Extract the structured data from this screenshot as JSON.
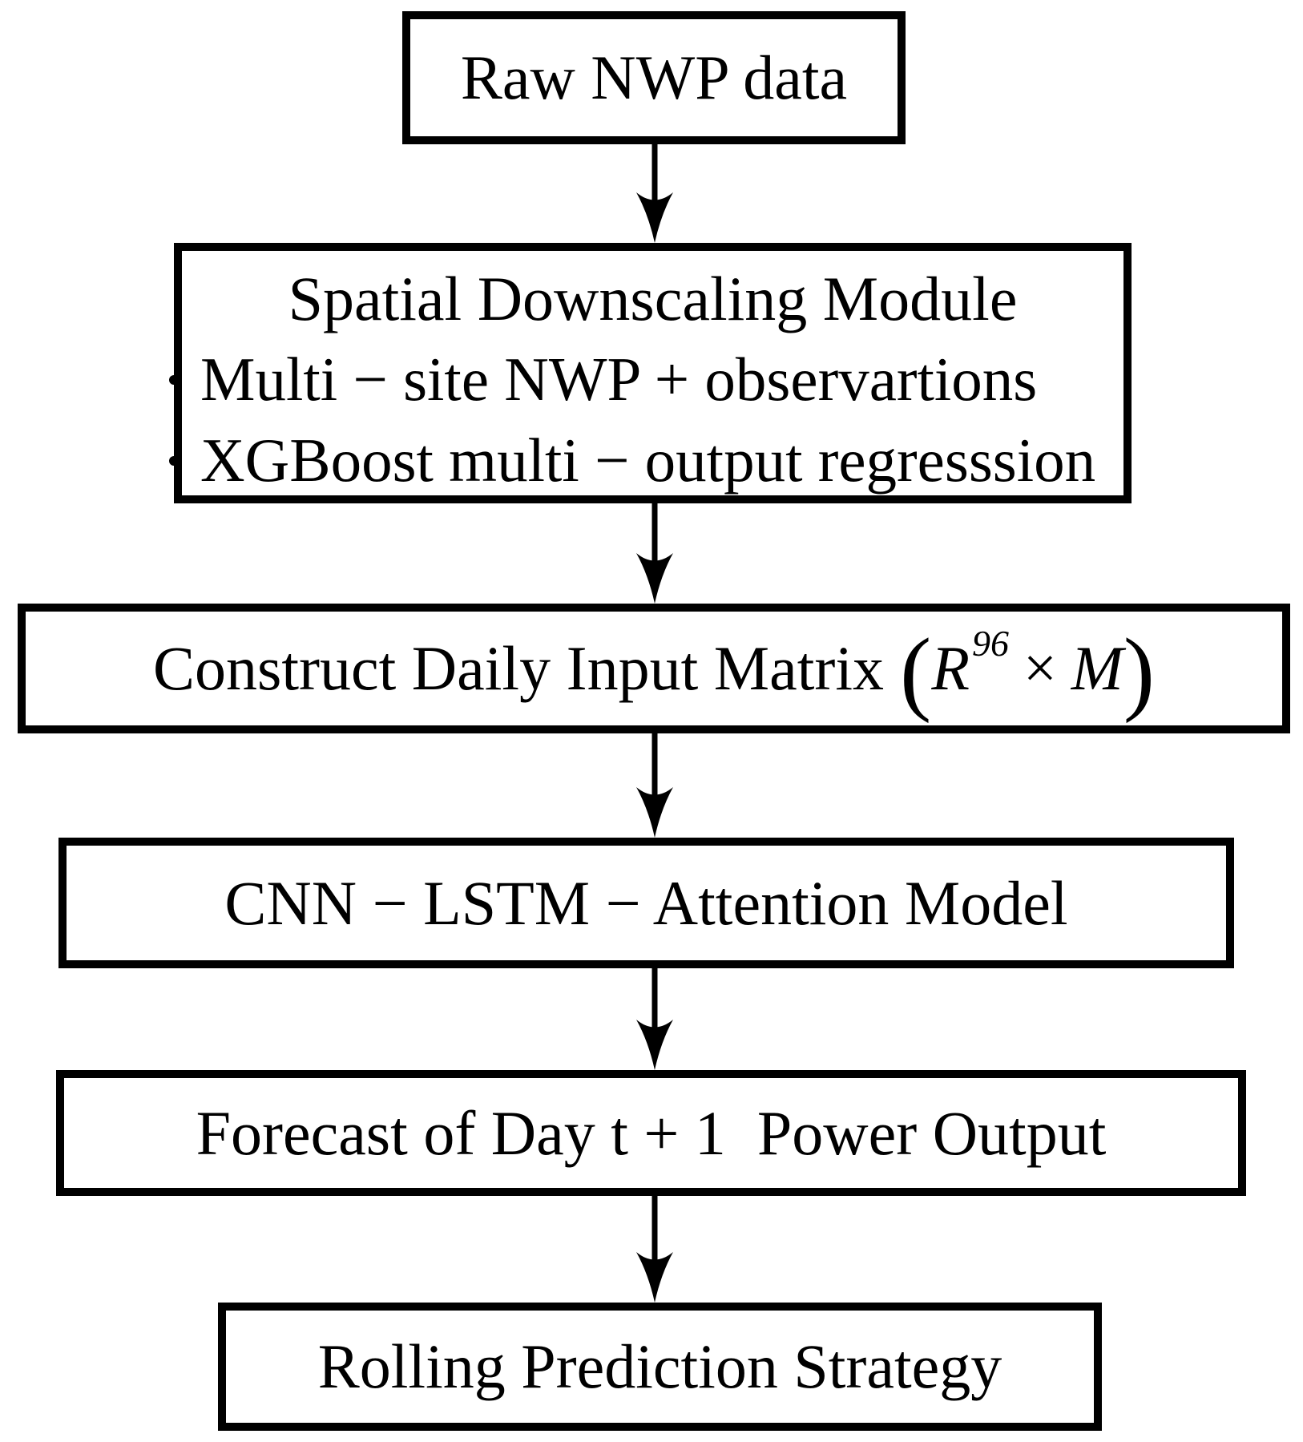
{
  "flowchart": {
    "background_color": "#ffffff",
    "line_color": "#000000",
    "nodes": {
      "raw_nwp": {
        "label": "Raw NWP data"
      },
      "downscaling": {
        "title": "Spatial Downscaling Module",
        "bullets": [
          "Multi − site NWP + observartions",
          "XGBoost multi − output regresssion"
        ]
      },
      "matrix": {
        "prefix": "Construct Daily Input Matrix",
        "open_paren": "(",
        "symbol": "R",
        "superscript": "96",
        "times": "×",
        "operand": "M",
        "close_paren": ")"
      },
      "model": {
        "label": "CNN − LSTM − Attention Model"
      },
      "forecast": {
        "label": "Forecast of Day t + 1  Power Output"
      },
      "rolling": {
        "label": "Rolling Prediction Strategy"
      }
    },
    "flow_order": [
      "raw_nwp",
      "downscaling",
      "matrix",
      "model",
      "forecast",
      "rolling"
    ]
  }
}
